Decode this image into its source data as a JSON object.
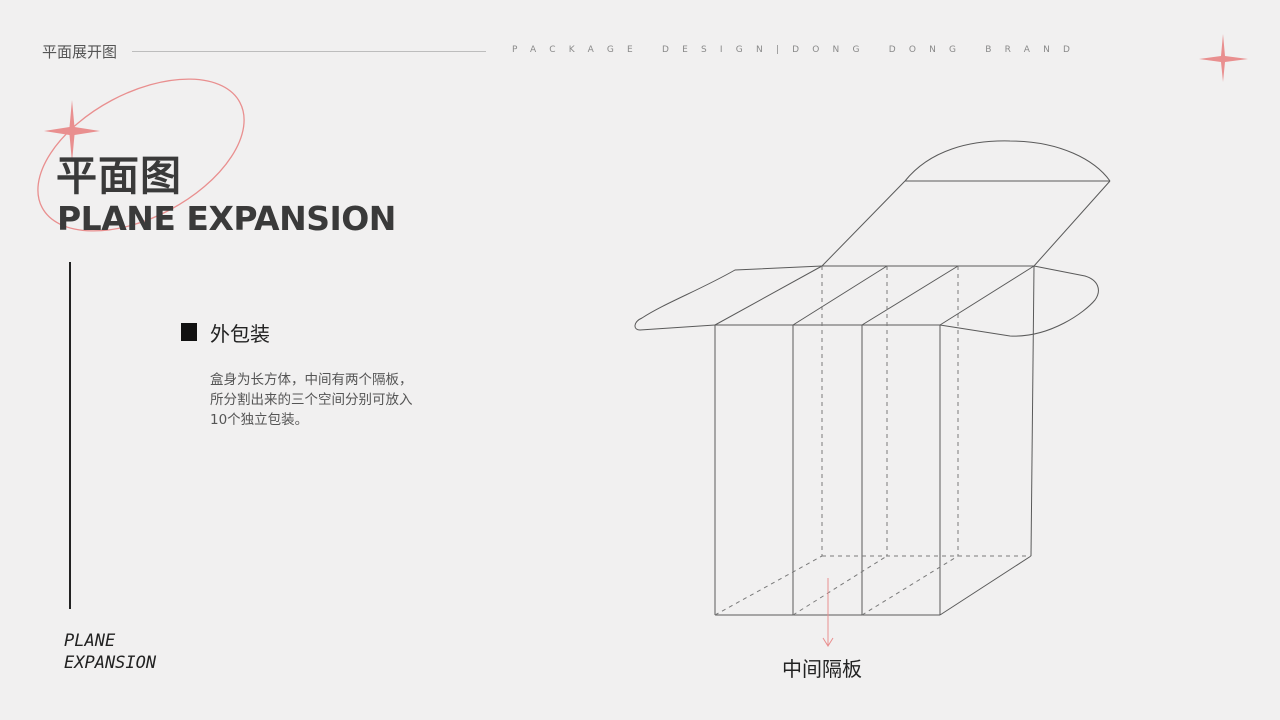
{
  "header": {
    "title": "平面展开图",
    "tagline": "PACKAGE DESIGN|DONG DONG BRAND"
  },
  "main": {
    "title_cn": "平面图",
    "title_en": "PLANE EXPANSION"
  },
  "section": {
    "heading": "外包装",
    "body_lines": [
      "盒身为长方体，中间有两个隔板，",
      "所分割出来的三个空间分别可放入",
      "10个独立包装。"
    ]
  },
  "diagram": {
    "callout_label": "中间隔板"
  },
  "footer": {
    "label_lines": [
      "PLANE",
      "EXPANSION"
    ]
  },
  "colors": {
    "background": "#f1f0f0",
    "accent": "#e98f8f",
    "title": "#3a3a3a",
    "line": "#555555"
  },
  "icons": {
    "sparkle": "four-point-star-icon",
    "bullet": "square-bullet-icon"
  }
}
